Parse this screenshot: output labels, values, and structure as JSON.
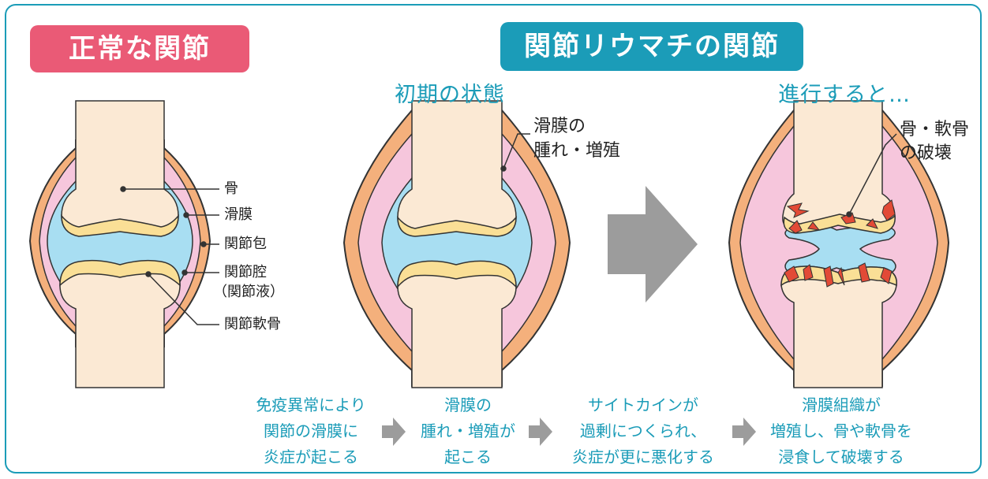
{
  "title_normal": "正常な関節",
  "title_ra": "関節リウマチの関節",
  "stage_early": "初期の状態",
  "stage_advanced": "進行すると…",
  "normal_labels": {
    "bone": "骨",
    "synovium": "滑膜",
    "capsule": "関節包",
    "cavity": "関節腔",
    "fluid": "（関節液）",
    "cartilage": "関節軟骨"
  },
  "early_label": {
    "line1": "滑膜の",
    "line2": "腫れ・増殖"
  },
  "advanced_label": {
    "line1": "骨・軟骨",
    "line2": "の破壊"
  },
  "steps": [
    {
      "line1": "免疫異常により",
      "line2": "関節の滑膜に",
      "line3": "炎症が起こる"
    },
    {
      "line1": "滑膜の",
      "line2": "腫れ・増殖が",
      "line3": "起こる"
    },
    {
      "line1": "サイトカインが",
      "line2": "過剰につくられ、",
      "line3": "炎症が更に悪化する"
    },
    {
      "line1": "滑膜組織が",
      "line2": "増殖し、骨や軟骨を",
      "line3": "浸食して破壊する"
    }
  ],
  "colors": {
    "accent_teal": "#1b9cb8",
    "accent_pink": "#ea5a76",
    "bone": "#fbe9d4",
    "capsule": "#f4b07c",
    "synovium": "#f6c6dc",
    "cavity": "#a8def2",
    "cartilage": "#fadf96",
    "erosion": "#e24a36",
    "arrow_gray": "#9c9c9c"
  }
}
